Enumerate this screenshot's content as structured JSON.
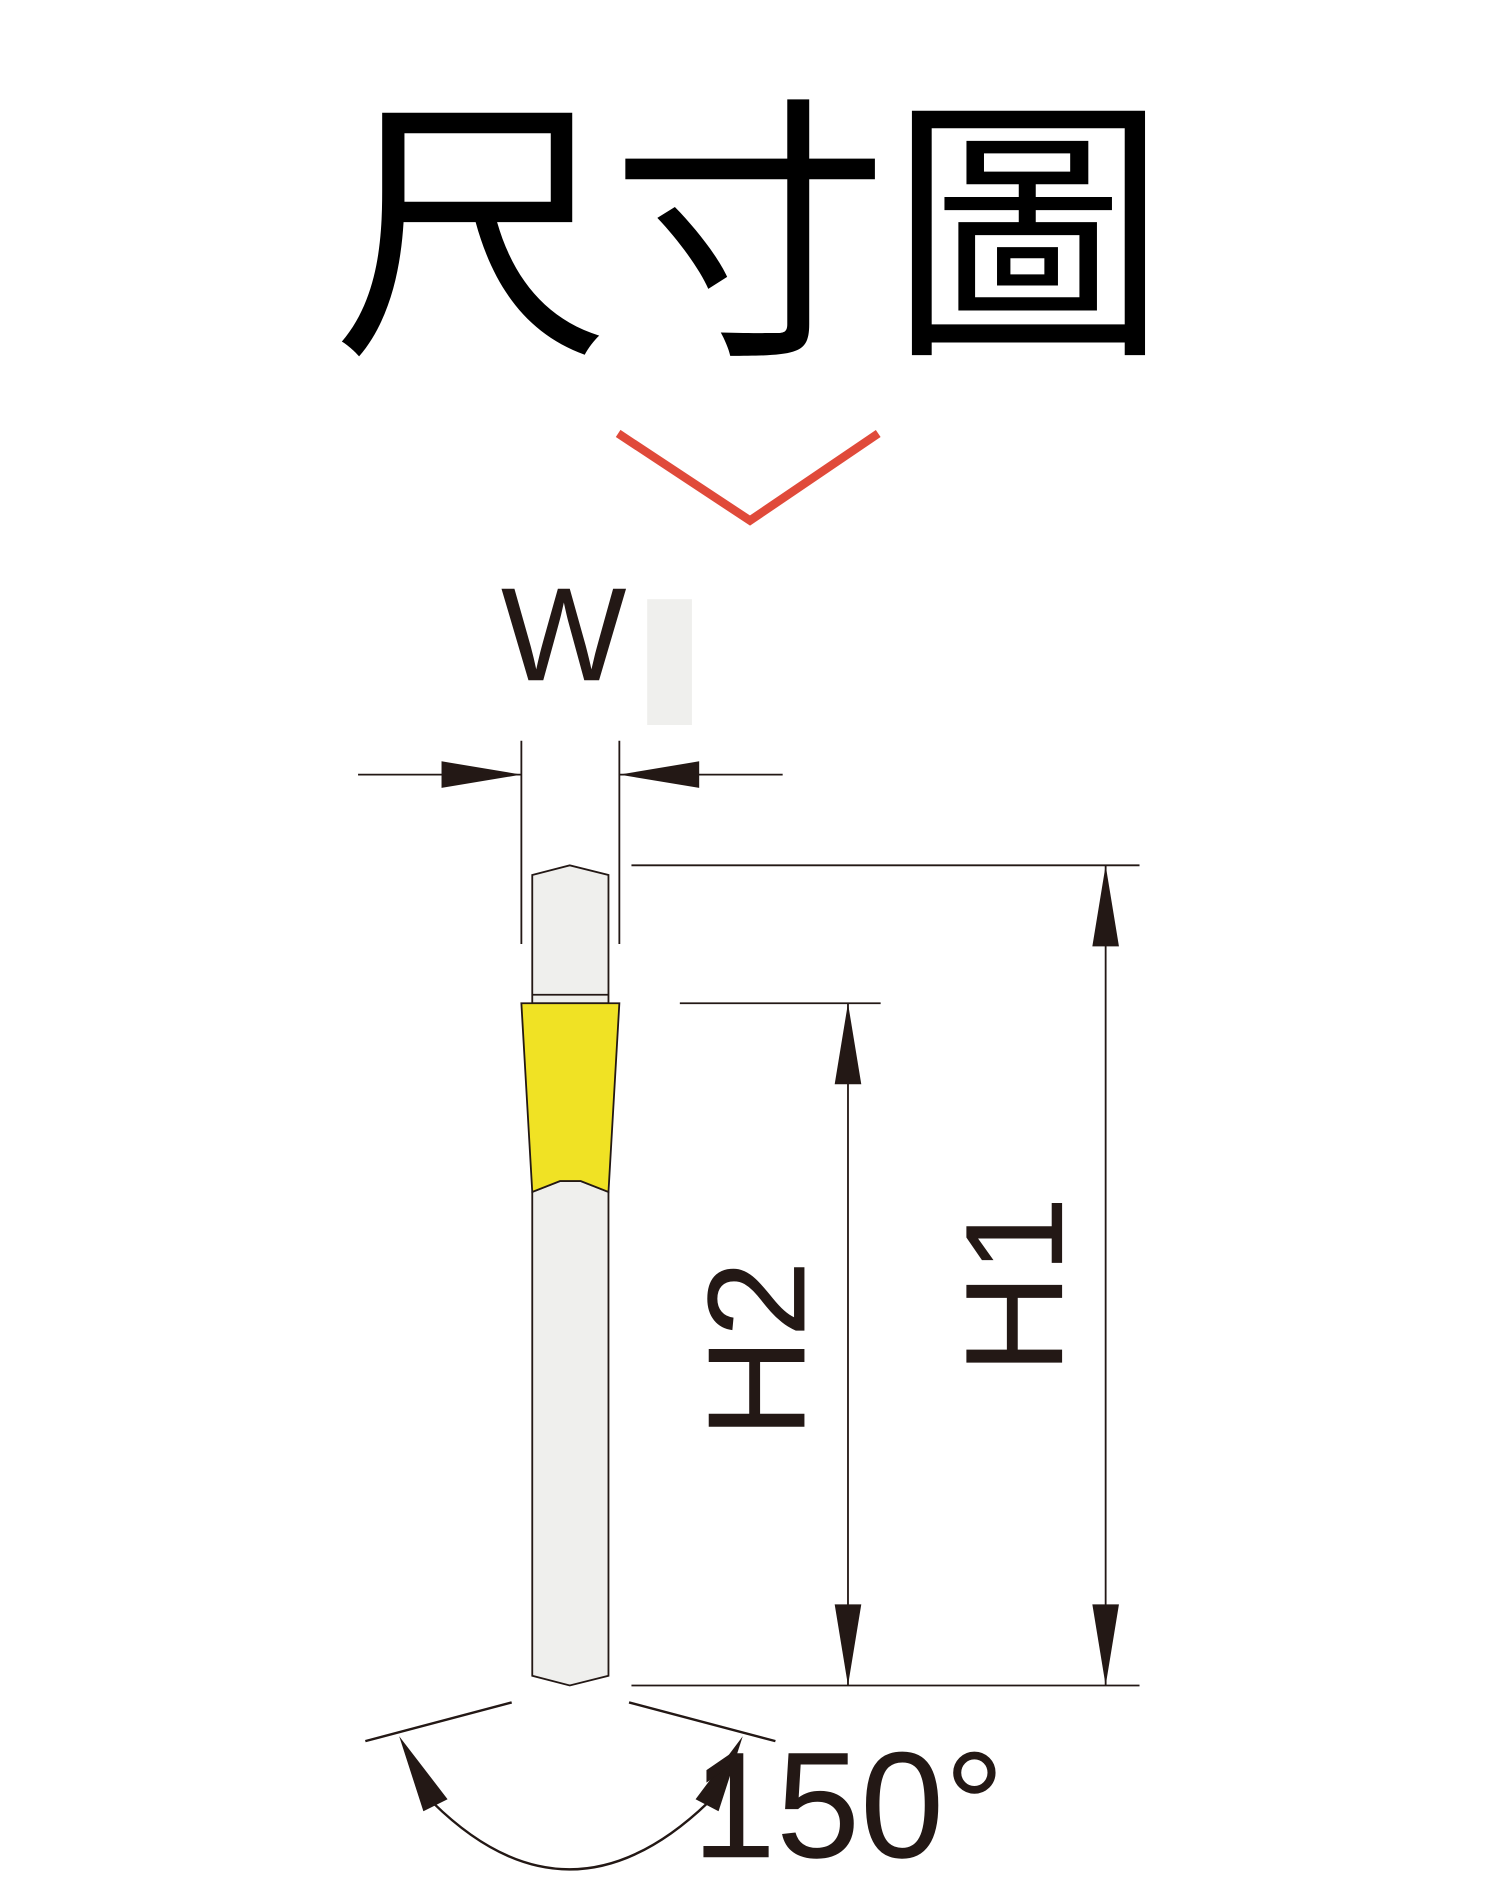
{
  "title": "尺寸圖",
  "labels": {
    "width": "W",
    "height_total": "H1",
    "height_head": "H2",
    "angle": "150°"
  },
  "colors": {
    "chevron": "#e04a3a",
    "head": "#f0e224",
    "shank": "#efefed",
    "ink": "#231815"
  }
}
